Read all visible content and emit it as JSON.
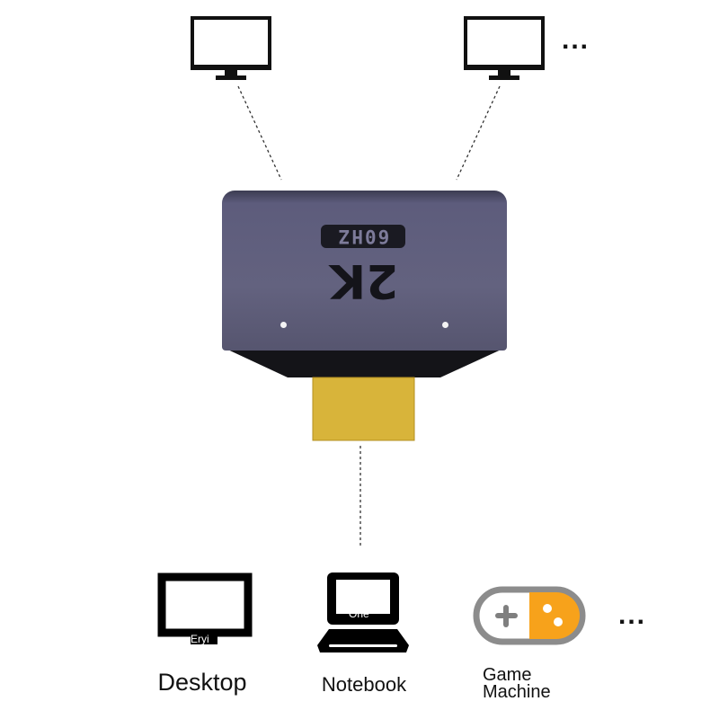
{
  "product": {
    "resolution_label": "2K",
    "refresh_label": "60HZ",
    "body_color": "#605f7d",
    "connector_color": "#d9b43a"
  },
  "outputs": {
    "more_indicator": "..."
  },
  "sources": {
    "items": [
      {
        "label": "Desktop",
        "watermark": "Eryi"
      },
      {
        "label": "Notebook",
        "watermark": "One"
      },
      {
        "label": "Game Machine",
        "accent": "#f7a21b"
      }
    ],
    "more_indicator": "..."
  }
}
